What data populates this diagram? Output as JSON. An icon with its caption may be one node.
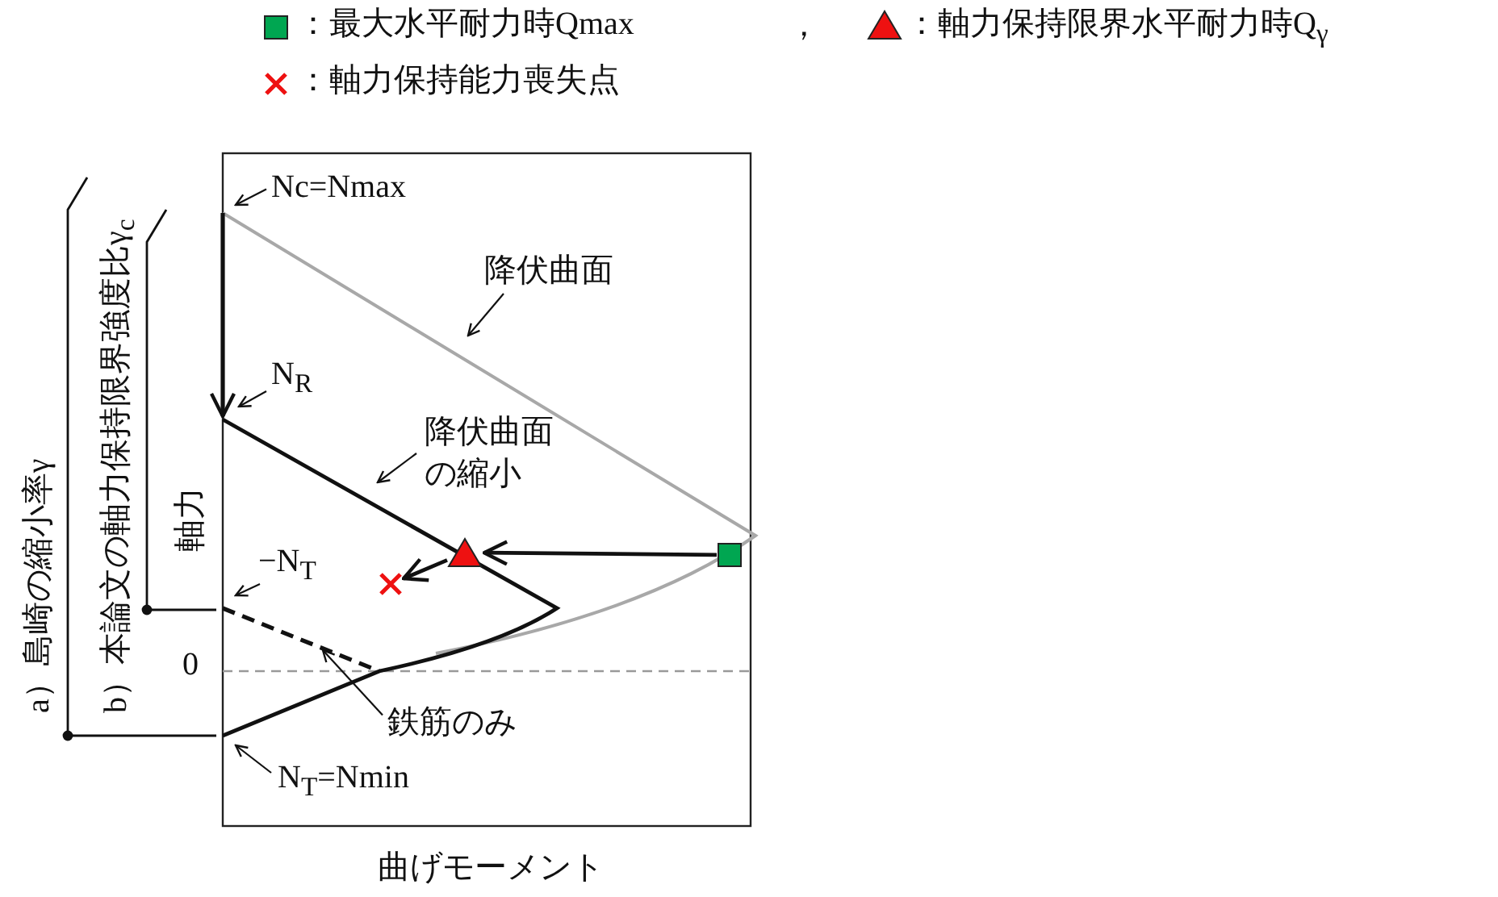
{
  "diagram": {
    "nodes": [
      {
        "text": [
          "Nc=Nmax"
        ]
      },
      {
        "text": [
          "降伏曲面"
        ]
      },
      {
        "text": [
          "N$_{R}$"
        ]
      },
      {
        "text": [
          "降伏曲面の縮小"
        ]
      },
      {
        "text": [
          "−N$_{T}$"
        ]
      },
      {
        "text": [
          "鉄筋のみ"
        ]
      },
      {
        "text": [
          "N$_{T}$=Nmin"
        ]
      },
      {
        "text": [],
        "shape": "box"
      },
      {
        "text": [],
        "shape": "triangle"
      },
      {
        "text": [],
        "shape": "cross"
      }
    ],
    "edges": [
      {
        "from": 0,
        "to": null,
        "arrow": "to"
      },
      {
        "from": 1,
        "to": null,
        "arrow": "to"
      },
      {
        "from": 2,
        "to": null,
        "arrow": "to"
      },
      {
        "from": 3,
        "to": null,
        "arrow": "to"
      },
      {
        "from": 4,
        "to": null,
        "arrow": "to"
      },
      {
        "from": 5,
        "to": null,
        "arrow": "to"
      },
      {
        "from": 6,
        "to": null,
        "arrow": "to"
      },
      {
        "from": 7,
        "to": 8,
        "arrow": "to"
      },
      {
        "from": 8,
        "to": 9,
        "arrow": "to"
      }
    ],
    "labels": [
      "a）島崎の縮小率γ",
      "b）本論文の軸力保持限界強度比γ$_{c}$",
      "軸力",
      "0",
      "曲げモーメント",
      "，"
    ],
    "legend": [
      {
        "text": "：最大水平耐力時Qmax",
        "color": "#00a651"
      },
      {
        "text": "：軸力保持限界水平耐力時Q$_{γ}$"
      },
      {
        "text": "：軸力保持能力喪失点"
      }
    ]
  }
}
